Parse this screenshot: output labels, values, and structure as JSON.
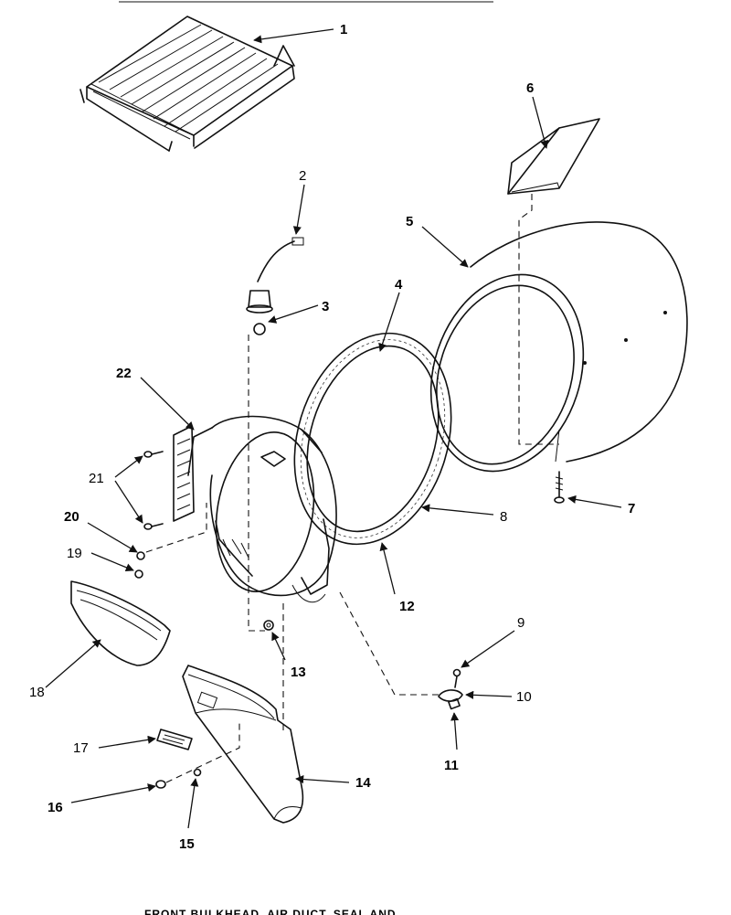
{
  "callouts": {
    "c1": "1",
    "c2": "2",
    "c3": "3",
    "c4": "4",
    "c5": "5",
    "c6": "6",
    "c7": "7",
    "c8": "8",
    "c9": "9",
    "c10": "10",
    "c11": "11",
    "c12": "12",
    "c13": "13",
    "c14": "14",
    "c15": "15",
    "c16": "16",
    "c17": "17",
    "c18": "18",
    "c19": "19",
    "c20": "20",
    "c21": "21",
    "c22": "22"
  },
  "caption": "FRONT BULKHEAD, AIR DUCT, SEAL AND ..."
}
